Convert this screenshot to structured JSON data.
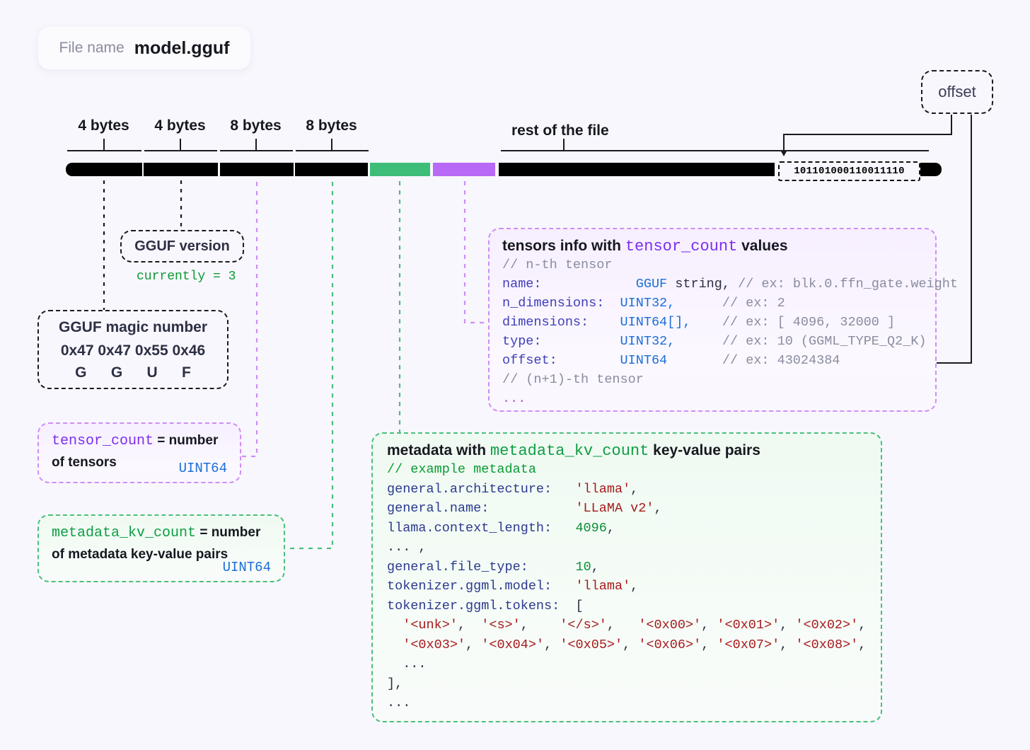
{
  "filename": {
    "label": "File name",
    "value": "model.gguf"
  },
  "bar": {
    "byte_labels": [
      "4 bytes",
      "4 bytes",
      "8 bytes",
      "8 bytes"
    ],
    "rest_label": "rest of the file",
    "binary_sample": "101101000110011110",
    "colors": {
      "header": "#000000",
      "metadata": "#3ebd78",
      "tensors": "#b869f5",
      "background": "#f8f7fd"
    }
  },
  "offset_box": {
    "label": "offset"
  },
  "version_box": {
    "label": "GGUF version",
    "note": "currently = 3"
  },
  "magic_box": {
    "title": "GGUF magic number",
    "hex": "0x47 0x47 0x55 0x46",
    "chars": [
      "G",
      "G",
      "U",
      "F"
    ]
  },
  "tensor_count_box": {
    "code": "tensor_count",
    "text1": " = number",
    "text2": "of tensors",
    "type": "UINT64"
  },
  "kv_count_box": {
    "code": "metadata_kv_count",
    "text1": " = number",
    "text2": "of metadata key-value pairs",
    "type": "UINT64"
  },
  "tensors_panel": {
    "title_pre": "tensors info with ",
    "title_code": "tensor_count",
    "title_post": " values",
    "lines": [
      {
        "comment": "// n-th tensor"
      },
      {
        "key": "name:",
        "pad": "            ",
        "type": "GGUF",
        "type2": " string,",
        "comment": " // ex: blk.0.ffn_gate.weight"
      },
      {
        "key": "n_dimensions:",
        "pad": "  ",
        "type": "UINT32,",
        "type2": "",
        "comment": "      // ex: 2"
      },
      {
        "key": "dimensions:",
        "pad": "    ",
        "type": "UINT64[],",
        "type2": "",
        "comment": "    // ex: [ 4096, 32000 ]"
      },
      {
        "key": "type:",
        "pad": "          ",
        "type": "UINT32,",
        "type2": "",
        "comment": "      // ex: 10 (GGML_TYPE_Q2_K)"
      },
      {
        "key": "offset:",
        "pad": "        ",
        "type": "UINT64",
        "type2": "",
        "comment": "       // ex: 43024384"
      },
      {
        "comment": "// (n+1)-th tensor"
      },
      {
        "dots": "..."
      }
    ]
  },
  "metadata_panel": {
    "title_pre": "metadata with ",
    "title_code": "metadata_kv_count",
    "title_post": " key-value pairs",
    "lines": [
      "// example metadata",
      "general.architecture:   'llama',",
      "general.name:           'LLaMA v2',",
      "llama.context_length:   4096,",
      "... ,",
      "general.file_type:      10,",
      "tokenizer.ggml.model:   'llama',",
      "tokenizer.ggml.tokens:  [",
      "  '<unk>',  '<s>',    '</s>',   '<0x00>', '<0x01>', '<0x02>',",
      "  '<0x03>', '<0x04>', '<0x05>', '<0x06>', '<0x07>', '<0x08>',",
      "  ...",
      "],",
      "..."
    ]
  }
}
